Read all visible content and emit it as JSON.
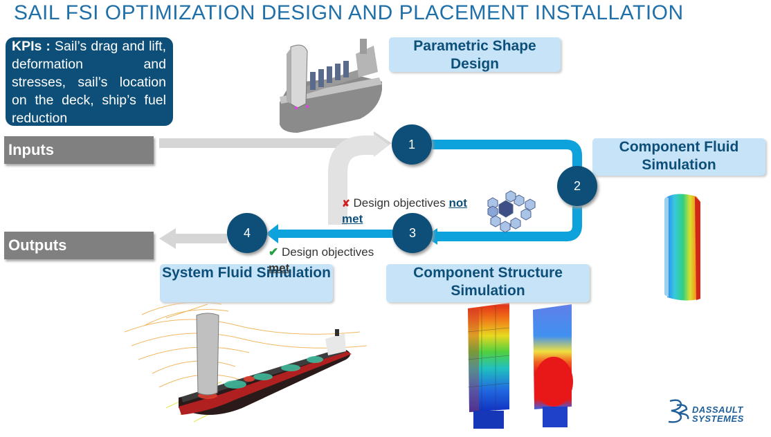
{
  "title": "SAIL FSI OPTIMIZATION DESIGN AND PLACEMENT INSTALLATION",
  "kpi": {
    "label": "KPIs :",
    "text": "Sail’s drag and lift, deformation and stresses, sail’s location on the deck, ship’s fuel reduction"
  },
  "inputs_label": "Inputs",
  "outputs_label": "Outputs",
  "steps": [
    {
      "number": "1",
      "label": "Parametric Shape Design"
    },
    {
      "number": "2",
      "label": "Component Fluid Simulation"
    },
    {
      "number": "3",
      "label": "Component Structure Simulation"
    },
    {
      "number": "4",
      "label": "System Fluid Simulation"
    }
  ],
  "loop_notes": {
    "not_met_prefix": "Design objectives",
    "not_met_emphasis": "not",
    "not_met_suffix": "met",
    "met_prefix": "Design objectives",
    "met_suffix": "met"
  },
  "logo": {
    "line1": "DASSAULT",
    "line2": "SYSTEMES"
  },
  "colors": {
    "dark_blue": "#0d4f78",
    "arrow_blue": "#0da2dc",
    "label_bg": "#c6e3f7",
    "gray": "#808080"
  }
}
